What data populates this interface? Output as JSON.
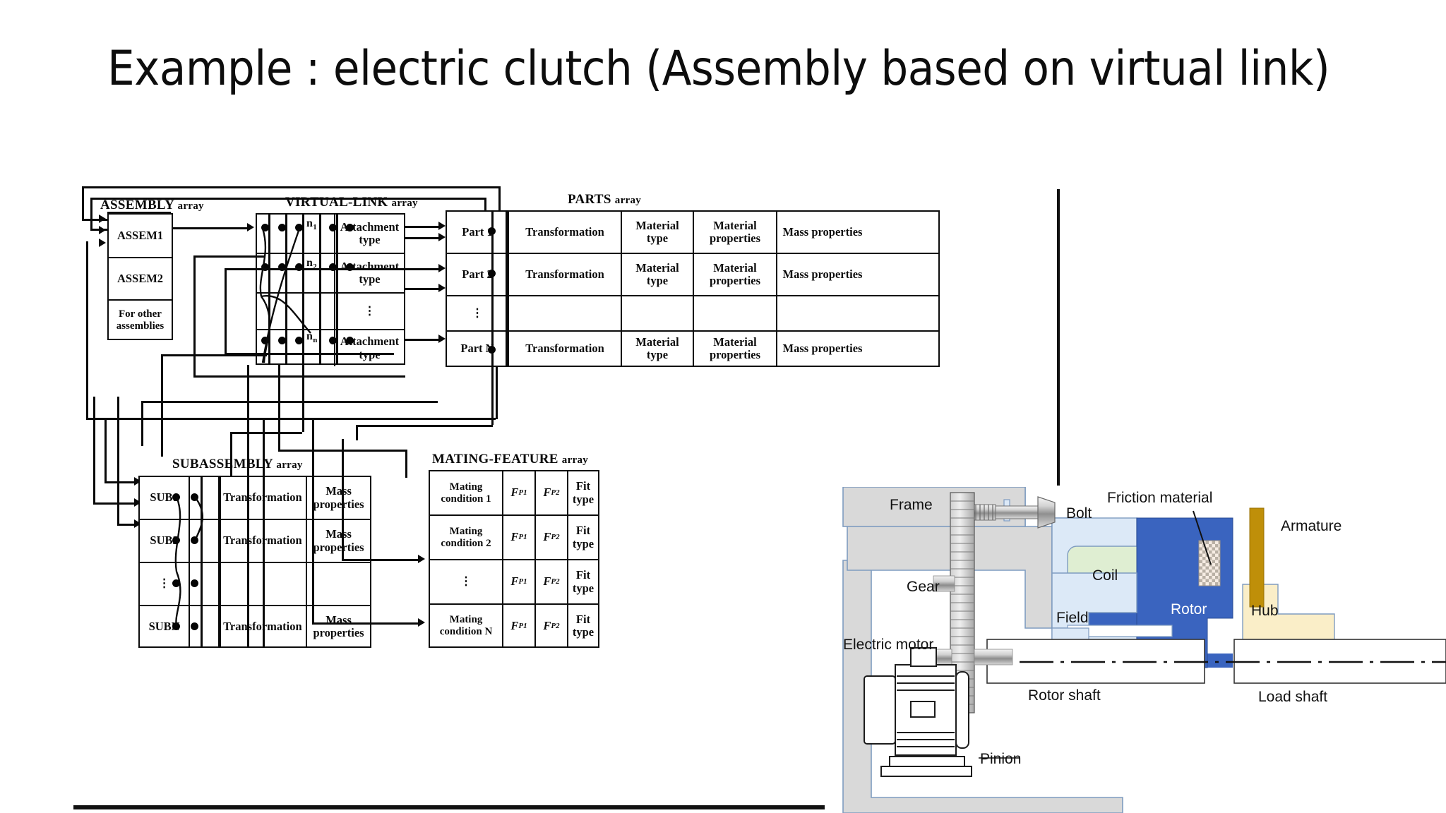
{
  "slide": {
    "title": "Example : electric clutch (Assembly based on virtual link)"
  },
  "figure": {
    "arrays": {
      "assembly": {
        "title_main": "ASSEMBLY",
        "title_sub": "array",
        "rows": [
          "ASSEM1",
          "ASSEM2",
          "For other assemblies"
        ]
      },
      "virtual_link": {
        "title_main": "VIRTUAL-LINK",
        "title_sub": "array",
        "n_labels": [
          "n",
          "n",
          "n"
        ],
        "n_subscripts": [
          "1",
          "2",
          "n"
        ],
        "rows": [
          "Attachment type",
          "Attachment type",
          "⋮",
          "Attachment type"
        ]
      },
      "parts": {
        "title_main": "PARTS",
        "title_sub": "array",
        "headers": [
          "Transformation",
          "Material type",
          "Material properties",
          "Mass properties"
        ],
        "rows": [
          {
            "id": "Part 1",
            "transformation": "Transformation",
            "material_type": "Material type",
            "material_properties": "Material properties",
            "mass_properties": "Mass properties"
          },
          {
            "id": "Part 2",
            "transformation": "Transformation",
            "material_type": "Material type",
            "material_properties": "Material properties",
            "mass_properties": "Mass properties"
          },
          {
            "id": "⋮",
            "transformation": "",
            "material_type": "",
            "material_properties": "",
            "mass_properties": ""
          },
          {
            "id": "Part N",
            "transformation": "Transformation",
            "material_type": "Material type",
            "material_properties": "Material properties",
            "mass_properties": "Mass properties"
          }
        ]
      },
      "subassembly": {
        "title_main": "SUBASSEMBLY",
        "title_sub": "array",
        "rows": [
          {
            "id": "SUB1",
            "transformation": "Transformation",
            "mass_properties": "Mass properties"
          },
          {
            "id": "SUB2",
            "transformation": "Transformation",
            "mass_properties": "Mass properties"
          },
          {
            "id": "⋮",
            "transformation": "",
            "mass_properties": ""
          },
          {
            "id": "SUBN",
            "transformation": "Transformation",
            "mass_properties": "Mass properties"
          }
        ]
      },
      "mating_feature": {
        "title_main": "MATING-FEATURE",
        "title_sub": "array",
        "rows": [
          {
            "condition": "Mating condition 1",
            "fp1": "F",
            "fp1_sub": "P1",
            "fp2": "F",
            "fp2_sub": "P2",
            "fit": "Fit type"
          },
          {
            "condition": "Mating condition 2",
            "fp1": "F",
            "fp1_sub": "P1",
            "fp2": "F",
            "fp2_sub": "P2",
            "fit": "Fit type"
          },
          {
            "condition": "⋮",
            "fp1": "F",
            "fp1_sub": "P1",
            "fp2": "F",
            "fp2_sub": "P2",
            "fit": "Fit type"
          },
          {
            "condition": "Mating condition N",
            "fp1": "F",
            "fp1_sub": "P1",
            "fp2": "F",
            "fp2_sub": "P2",
            "fit": "Fit type"
          }
        ]
      }
    }
  },
  "clutch": {
    "labels": {
      "frame": "Frame",
      "bolt": "Bolt",
      "friction_material": "Friction material",
      "armature": "Armature",
      "coil": "Coil",
      "field": "Field",
      "rotor": "Rotor",
      "hub": "Hub",
      "gear": "Gear",
      "pinion": "Pinion",
      "electric_motor": "Electric motor",
      "rotor_shaft": "Rotor shaft",
      "load_shaft": "Load shaft"
    },
    "colors": {
      "frame_grey": "#d9d9d9",
      "field_lightblue": "#dce9f7",
      "rotor_blue": "#3a64bf",
      "coil_green": "#dfeed2",
      "hub_cream": "#faeec8",
      "armature_gold": "#bf8f09",
      "bolt_grey": "#b5b5b5",
      "outline": "#5b7ca6"
    }
  }
}
